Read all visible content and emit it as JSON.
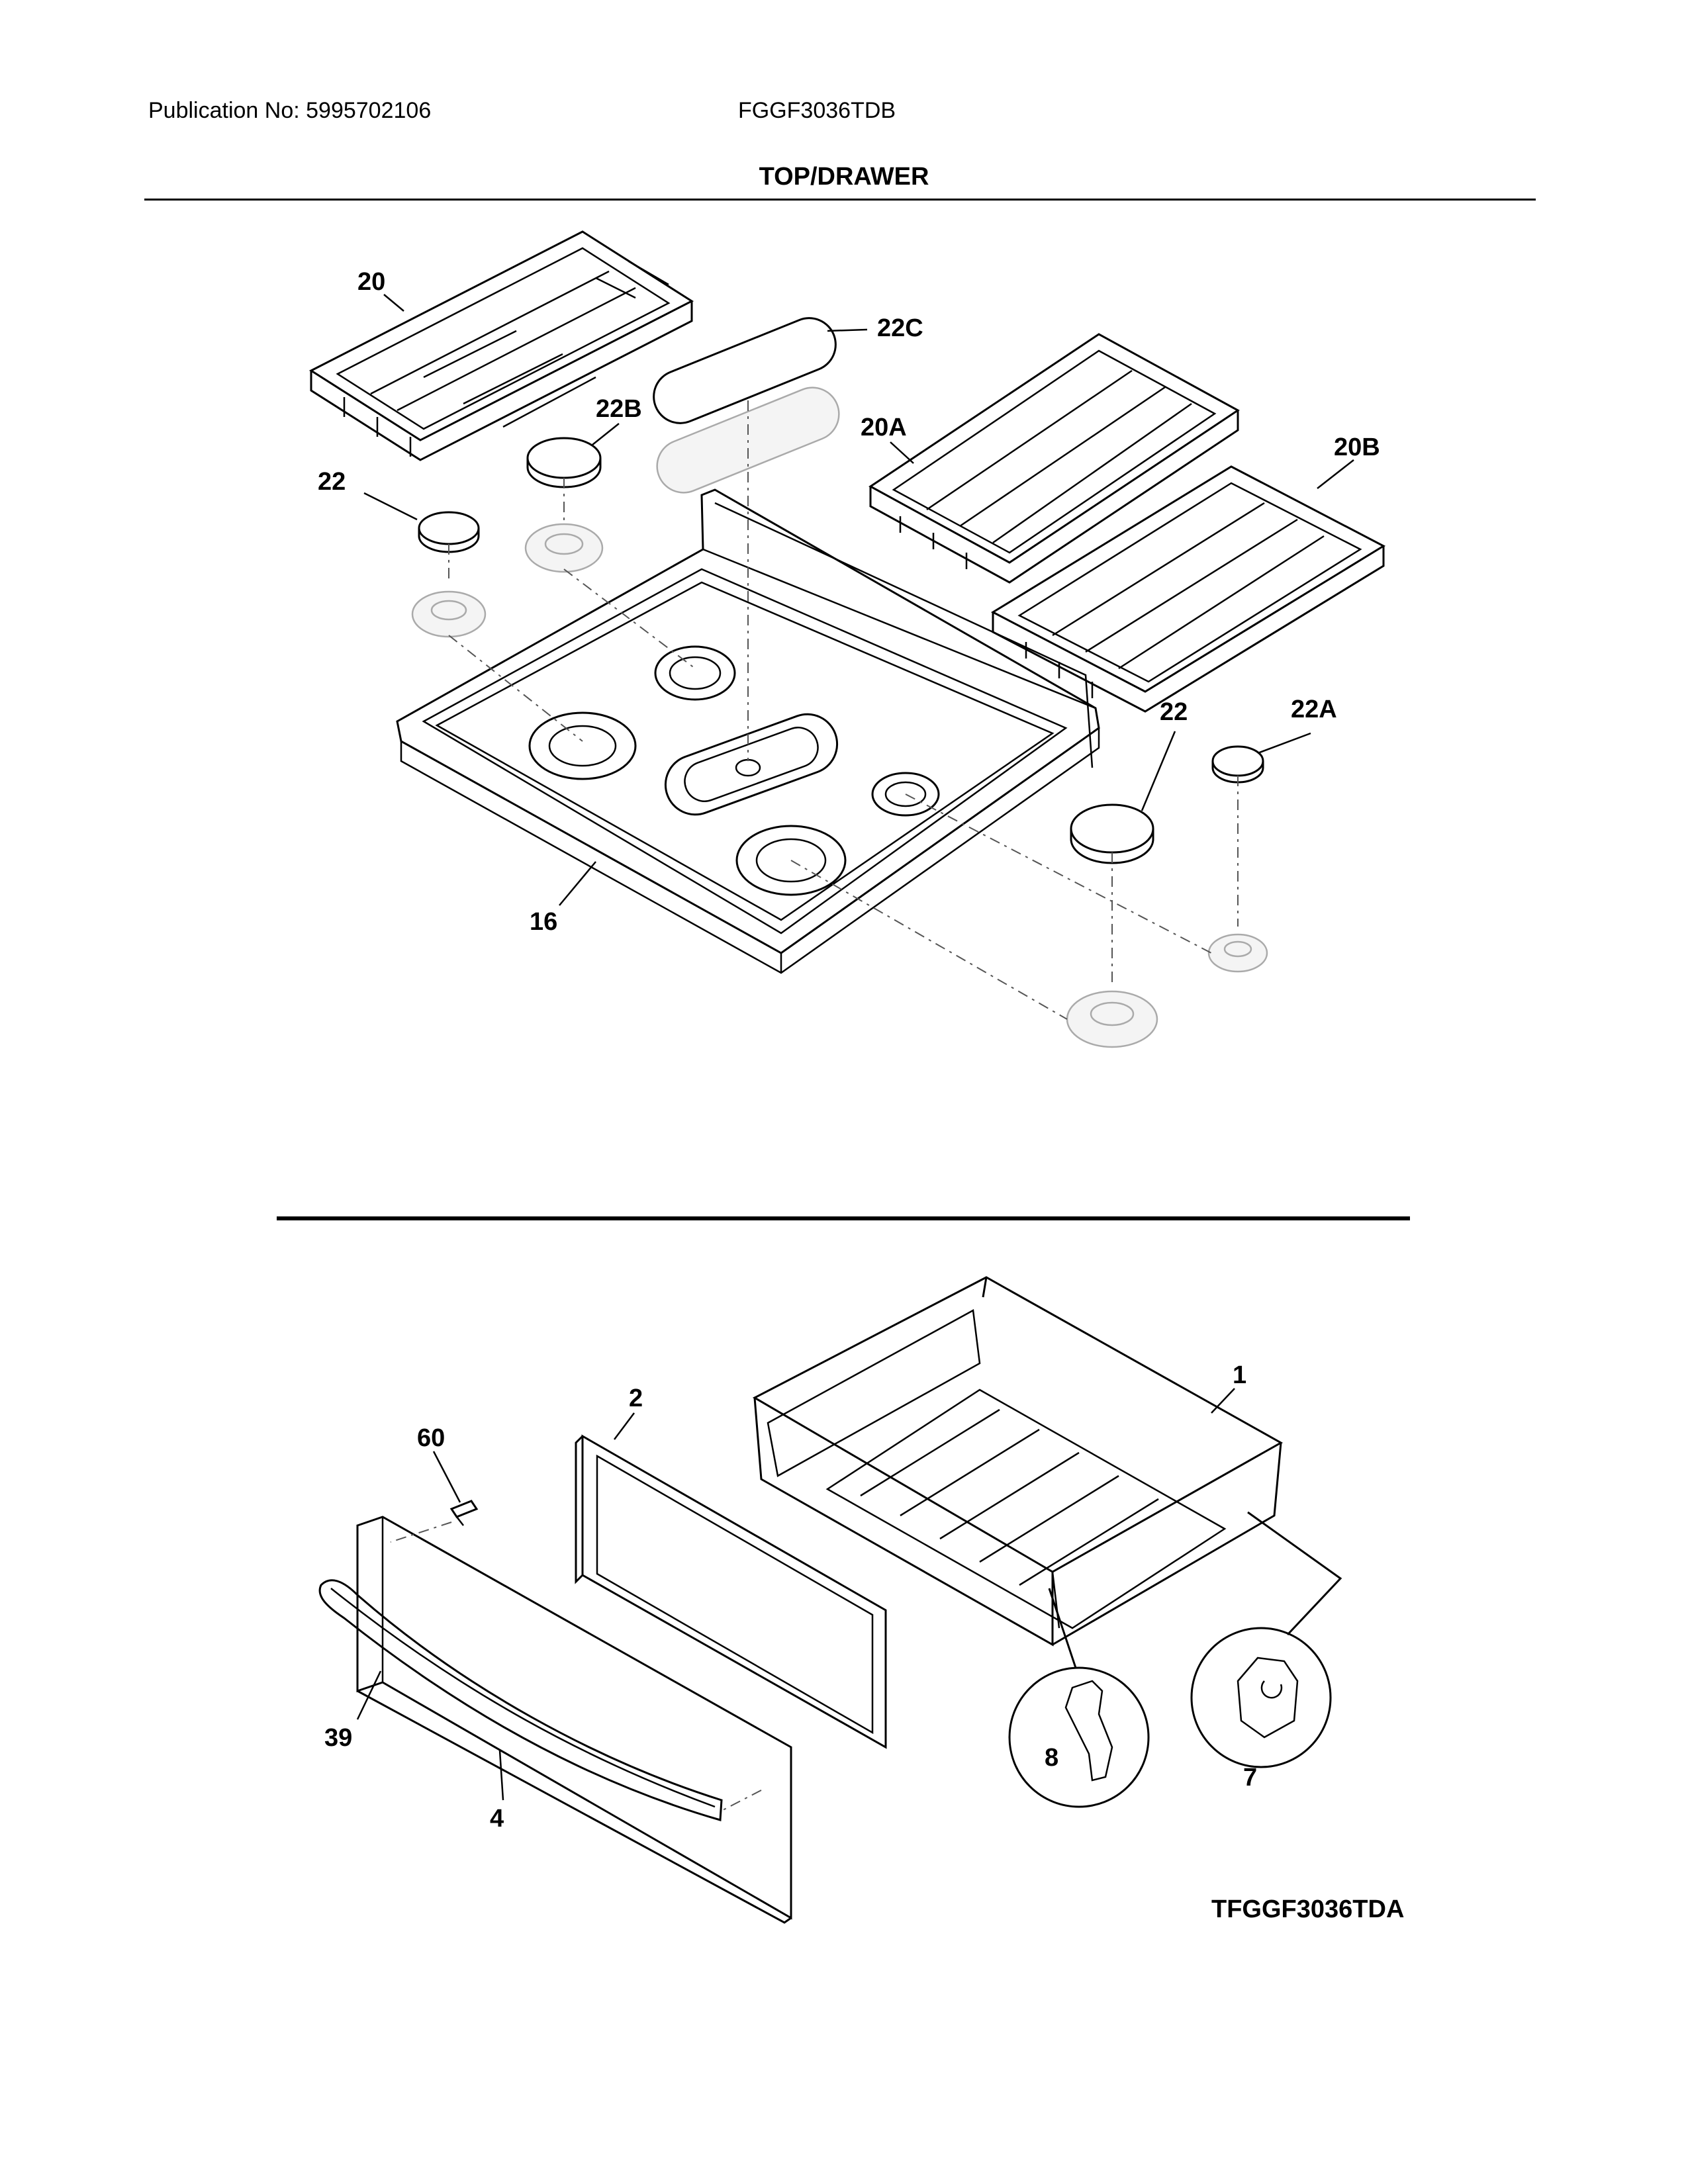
{
  "header": {
    "publication": "Publication No: 5995702106",
    "model": "FGGF3036TDB",
    "section_title": "TOP/DRAWER"
  },
  "figure_code": "TFGGF3036TDA",
  "callouts": {
    "c20": "20",
    "c22c": "22C",
    "c22b": "22B",
    "c20a": "20A",
    "c20b": "20B",
    "c22_left": "22",
    "c22_right": "22",
    "c22a": "22A",
    "c16": "16",
    "c1": "1",
    "c2": "2",
    "c60": "60",
    "c39": "39",
    "c4": "4",
    "c8": "8",
    "c7": "7"
  }
}
